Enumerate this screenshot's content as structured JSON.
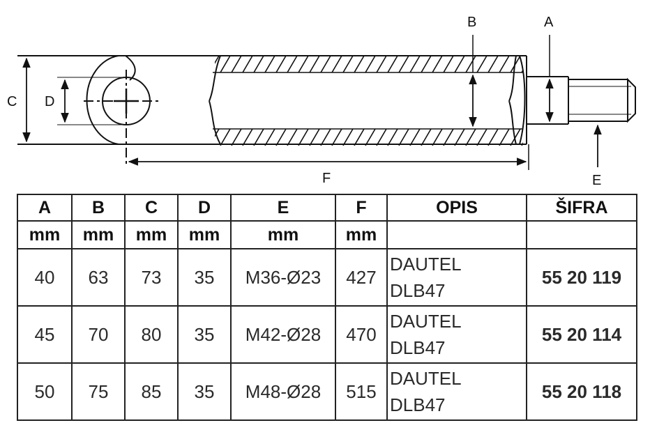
{
  "drawing": {
    "labels": {
      "A": "A",
      "B": "B",
      "C": "C",
      "D": "D",
      "E": "E",
      "F": "F"
    },
    "line_color": "#111111"
  },
  "table": {
    "headers": [
      "A",
      "B",
      "C",
      "D",
      "E",
      "F",
      "OPIS",
      "ŠIFRA"
    ],
    "units": [
      "mm",
      "mm",
      "mm",
      "mm",
      "mm",
      "mm",
      "",
      ""
    ],
    "rows": [
      {
        "A": "40",
        "B": "63",
        "C": "73",
        "D": "35",
        "E": "M36-Ø23",
        "F": "427",
        "opis": [
          "DAUTEL",
          "DLB47"
        ],
        "sifra": "55 20 119"
      },
      {
        "A": "45",
        "B": "70",
        "C": "80",
        "D": "35",
        "E": "M42-Ø28",
        "F": "470",
        "opis": [
          "DAUTEL",
          "DLB47"
        ],
        "sifra": "55 20 114"
      },
      {
        "A": "50",
        "B": "75",
        "C": "85",
        "D": "35",
        "E": "M48-Ø28",
        "F": "515",
        "opis": [
          "DAUTEL",
          "DLB47"
        ],
        "sifra": "55 20 118"
      }
    ]
  }
}
